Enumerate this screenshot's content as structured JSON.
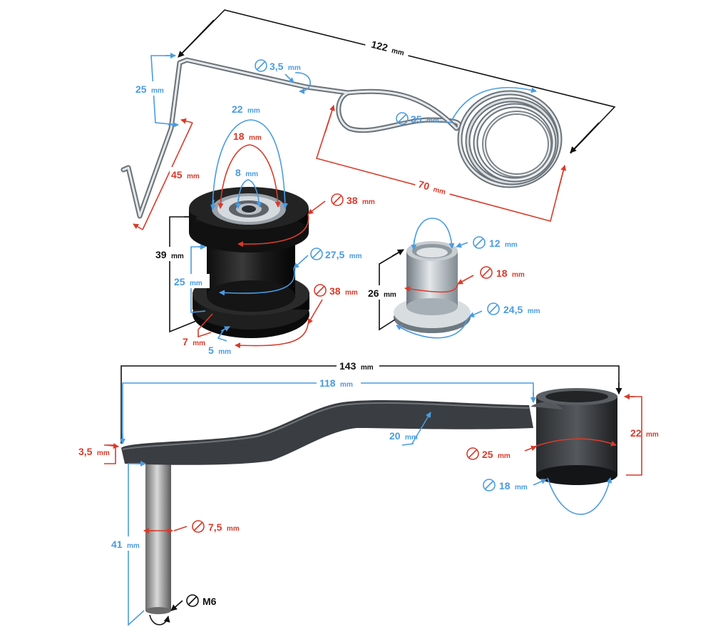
{
  "spring": {
    "length": {
      "value": "122",
      "unit": "mm"
    },
    "height": {
      "value": "25",
      "unit": "mm"
    },
    "leg": {
      "value": "45",
      "unit": "mm"
    },
    "wire": {
      "value": "3,5",
      "unit": "mm"
    },
    "coil": {
      "value": "35",
      "unit": "mm"
    },
    "loop": {
      "value": "70",
      "unit": "mm"
    }
  },
  "roller": {
    "outer_top": {
      "value": "22",
      "unit": "mm"
    },
    "mid_top": {
      "value": "18",
      "unit": "mm"
    },
    "bore": {
      "value": "8",
      "unit": "mm"
    },
    "flange_top": {
      "value": "38",
      "unit": "mm"
    },
    "height": {
      "value": "39",
      "unit": "mm"
    },
    "body_dia": {
      "value": "27,5",
      "unit": "mm"
    },
    "body_len": {
      "value": "25",
      "unit": "mm"
    },
    "flange_bottom": {
      "value": "38",
      "unit": "mm"
    },
    "flange_thick": {
      "value": "7",
      "unit": "mm"
    },
    "rim": {
      "value": "5",
      "unit": "mm"
    }
  },
  "bushing": {
    "inner": {
      "value": "12",
      "unit": "mm"
    },
    "outer": {
      "value": "18",
      "unit": "mm"
    },
    "collar": {
      "value": "24,5",
      "unit": "mm"
    },
    "height": {
      "value": "26",
      "unit": "mm"
    }
  },
  "arm": {
    "total": {
      "value": "143",
      "unit": "mm"
    },
    "span": {
      "value": "118",
      "unit": "mm"
    },
    "thick": {
      "value": "3,5",
      "unit": "mm"
    },
    "width": {
      "value": "20",
      "unit": "mm"
    },
    "sleeve_len": {
      "value": "22",
      "unit": "mm"
    },
    "sleeve_outer": {
      "value": "25",
      "unit": "mm"
    },
    "sleeve_inner": {
      "value": "18",
      "unit": "mm"
    },
    "pin_dia": {
      "value": "7,5",
      "unit": "mm"
    },
    "pin_len": {
      "value": "41",
      "unit": "mm"
    },
    "thread": {
      "value": "M6"
    }
  },
  "colors": {
    "blue": "#4a9be2",
    "red": "#d83b2b",
    "black": "#111111"
  }
}
